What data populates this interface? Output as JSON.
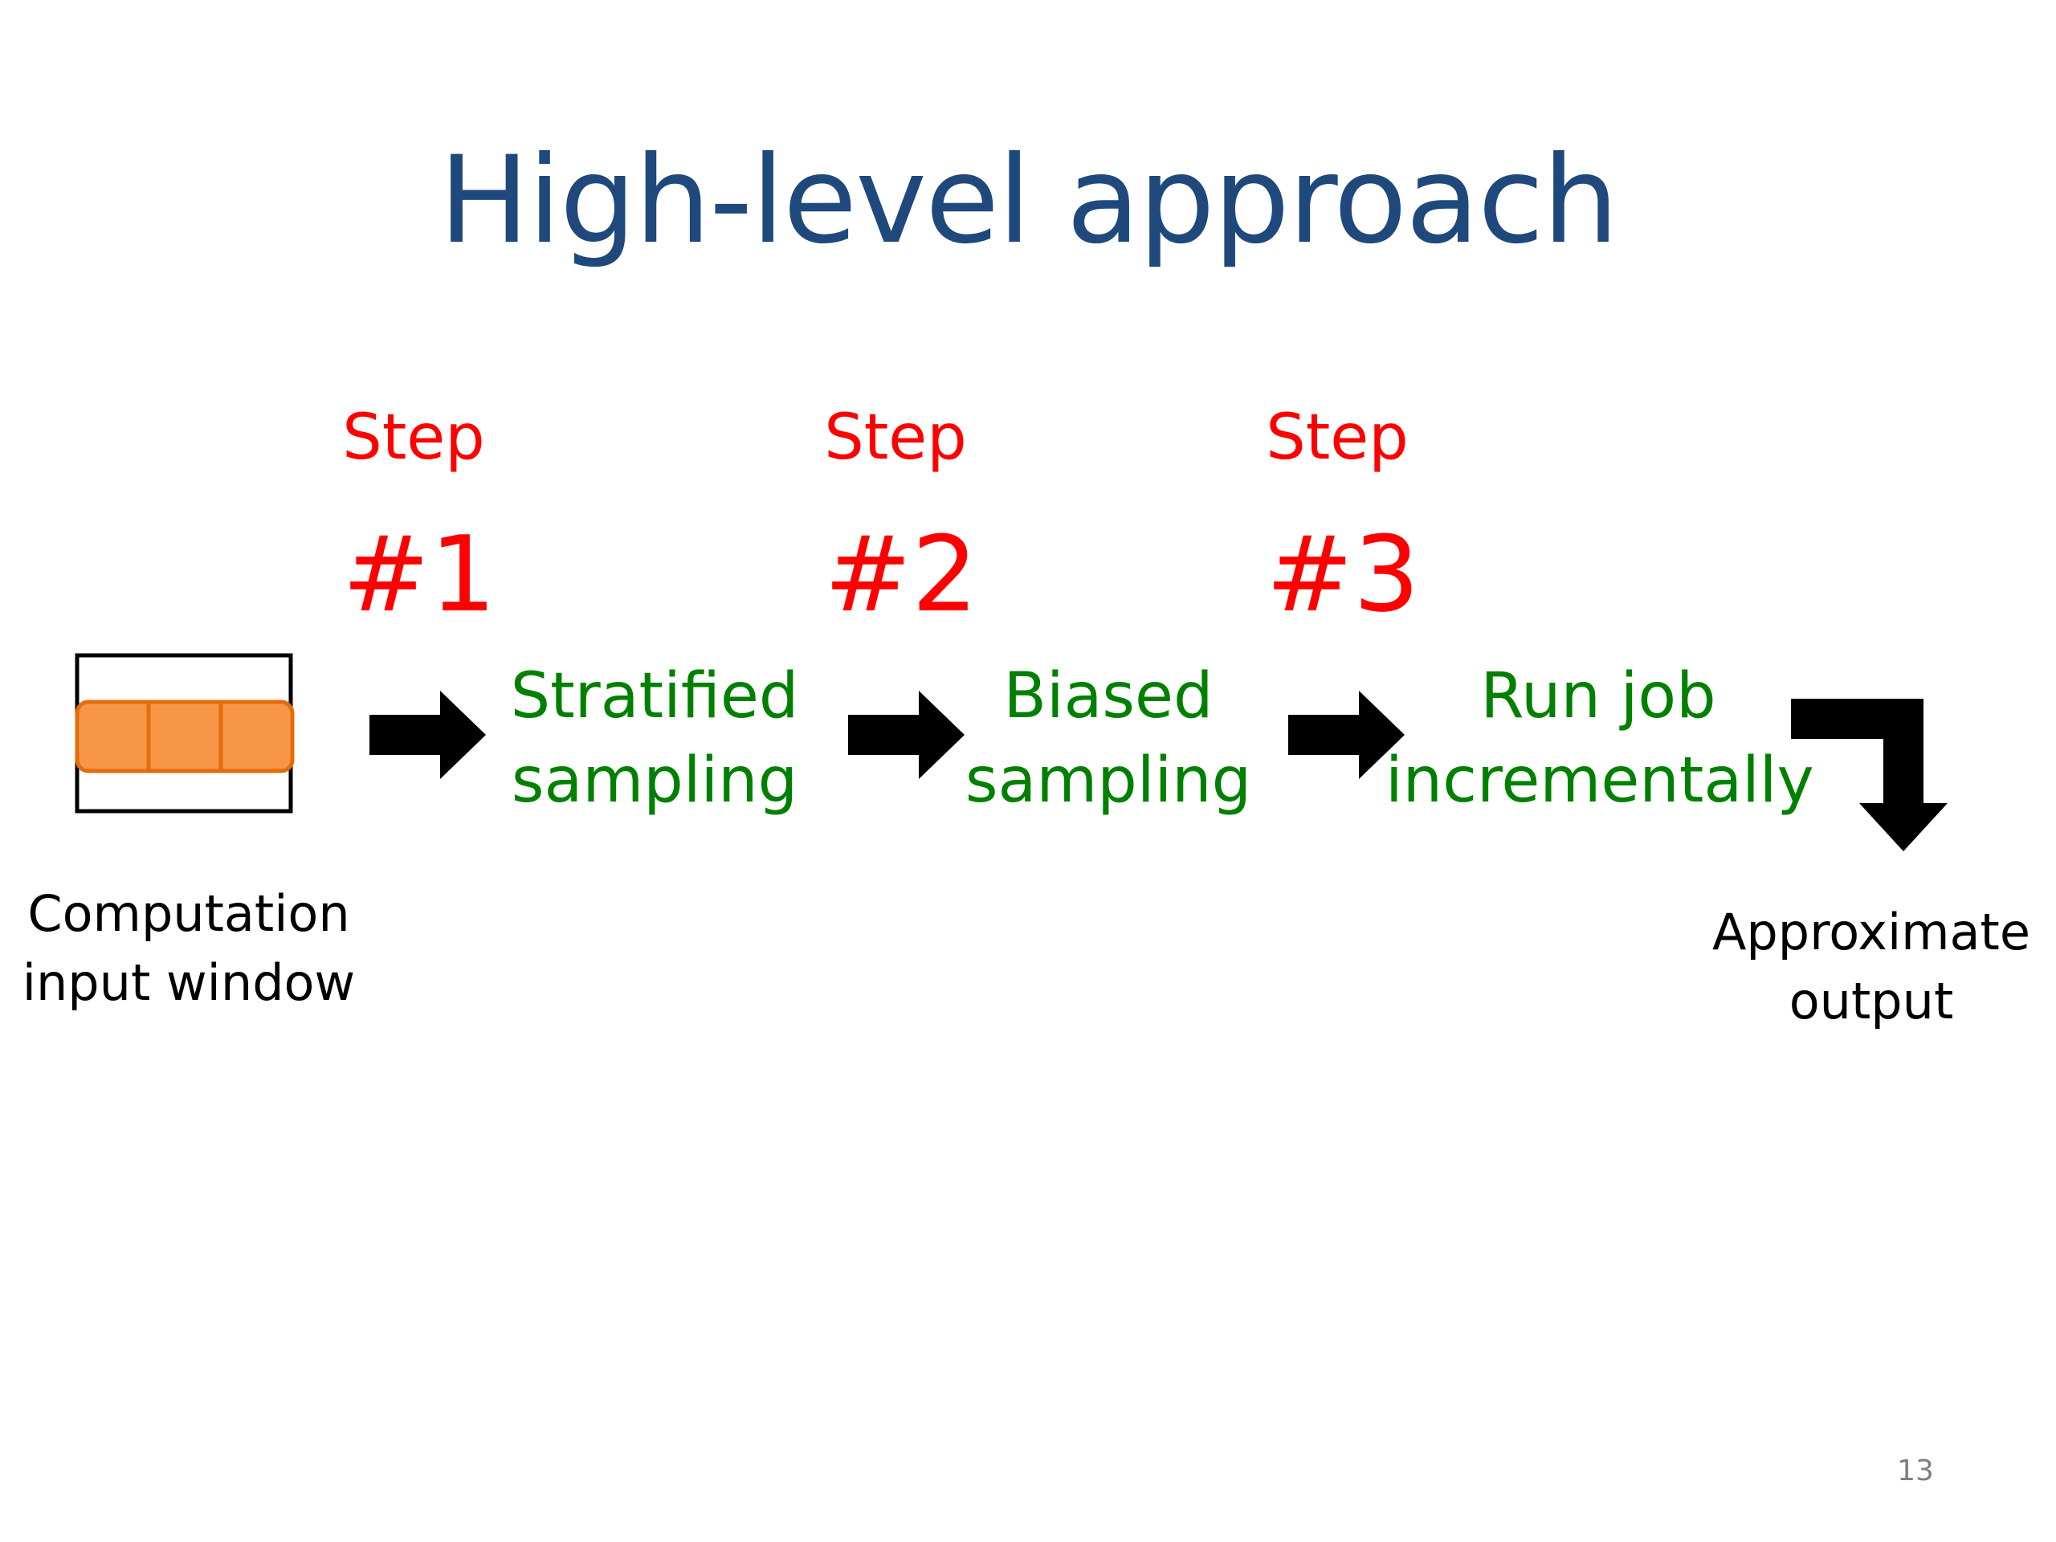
{
  "slide": {
    "title": "High-level approach",
    "page_number": "13"
  },
  "steps": [
    {
      "word": "Step",
      "number": "#1",
      "stage": [
        "Stratified",
        "sampling"
      ]
    },
    {
      "word": "Step",
      "number": "#2",
      "stage": [
        "Biased",
        "sampling"
      ]
    },
    {
      "word": "Step",
      "number": "#3",
      "stage": [
        "Run job",
        "incrementally"
      ]
    }
  ],
  "input": {
    "label": [
      "Computation",
      "input window"
    ]
  },
  "output": {
    "label": [
      "Approximate",
      "output"
    ]
  },
  "colors": {
    "title": "#1f497d",
    "step": "#ff0000",
    "stage": "#008000",
    "box_fill": "#f79646",
    "box_stroke": "#e46c0a",
    "arrow": "#000000"
  }
}
